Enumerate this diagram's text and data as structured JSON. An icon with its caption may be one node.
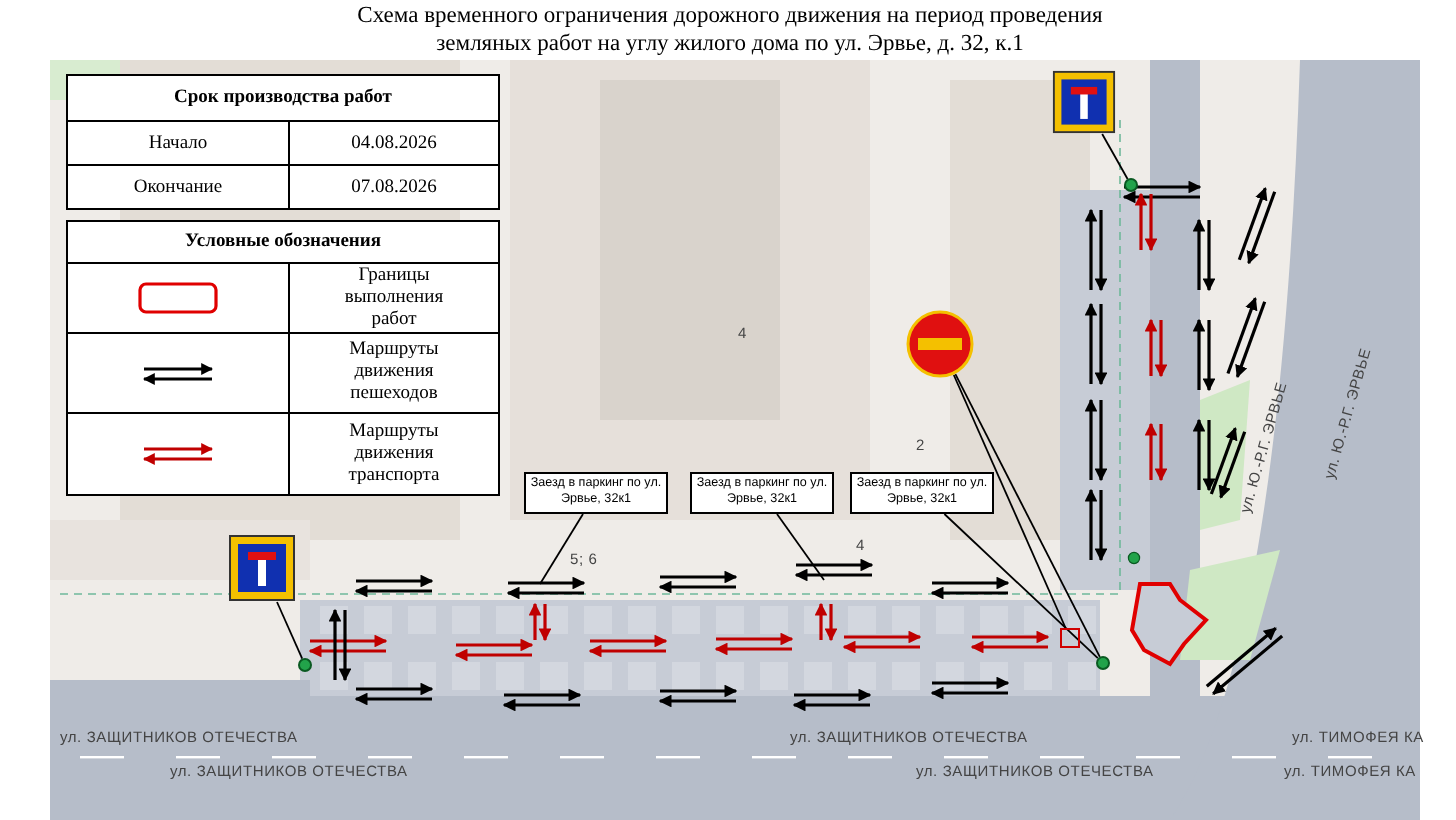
{
  "diagram": {
    "title": "Схема временного ограничения дорожного движения на период проведения земляных работ на углу жилого дома по ул. Эрвье, д. 32, к.1",
    "nodes": [
      {
        "text": [
          "Заезд в паркинг по ул. Эрвье, 32к1"
        ]
      },
      {
        "text": [
          "Заезд в паркинг по ул. Эрвье, 32к1"
        ]
      },
      {
        "text": [
          "Заезд в паркинг по ул. Эрвье, 32к1"
        ]
      },
      {
        "text": [],
        "shape": "picture"
      },
      {
        "text": [],
        "shape": "picture"
      },
      {
        "text": [],
        "shape": "picture"
      },
      {
        "text": [],
        "shape": "circle"
      },
      {
        "text": [],
        "shape": "circle"
      },
      {
        "text": [],
        "shape": "circle"
      },
      {
        "text": [],
        "shape": "box"
      }
    ],
    "edges": [
      {
        "from": 0,
        "to": null,
        "arrow": "none"
      },
      {
        "from": 1,
        "to": null,
        "arrow": "none"
      },
      {
        "from": 2,
        "to": 7,
        "arrow": "none"
      },
      {
        "from": 3,
        "to": 7,
        "arrow": "none"
      },
      {
        "from": 3,
        "to": 9,
        "arrow": "none"
      },
      {
        "from": 4,
        "to": 6,
        "arrow": "none"
      },
      {
        "from": 5,
        "to": 8,
        "arrow": "none"
      }
    ],
    "labels": [
      "Срок производства работ",
      "Начало",
      "04.08.2026",
      "Окончание",
      "07.08.2026",
      "Условные обозначения",
      "4",
      "2",
      "5; 6",
      "4",
      "ул. Ю.-Р.Г. ЭРВЬЕ",
      "ул. Ю.-Р.Г. ЭРВЬЕ",
      "ул. ЗАЩИТНИКОВ ОТЕЧЕСТВА",
      "ул. ЗАЩИТНИКОВ ОТЕЧЕСТВА",
      "ул. ТИМОФЕЯ КА",
      "ул. ЗАЩИТНИКОВ ОТЕЧЕСТВА",
      "ул. ЗАЩИТНИКОВ ОТЕЧЕСТВА",
      "ул. ТИМОФЕЯ КА"
    ],
    "legend": [
      {
        "text": "Границы выполнения работ"
      },
      {
        "text": "Маршруты движения пешеходов"
      },
      {
        "text": "Маршруты движения транспорта"
      }
    ]
  }
}
